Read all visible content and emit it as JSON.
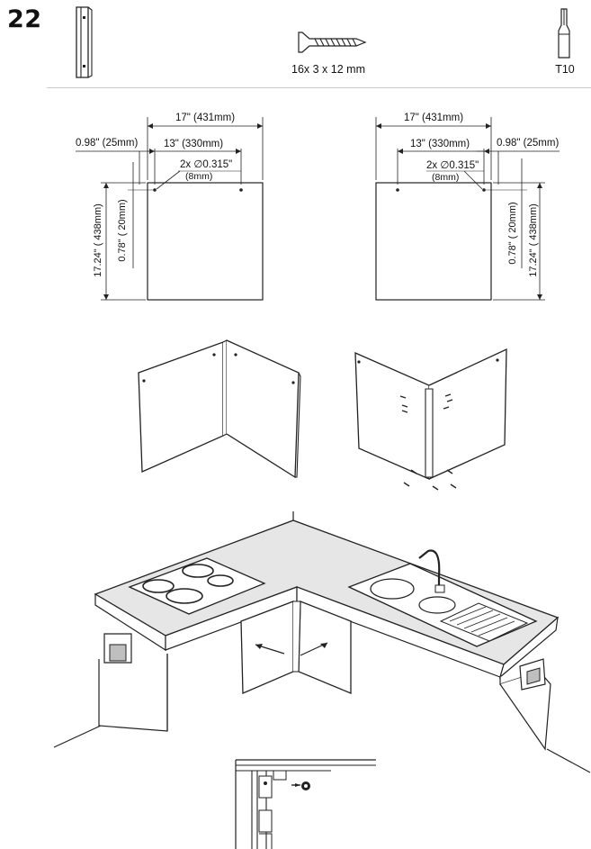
{
  "step_number": "22",
  "parts": {
    "bracket": {
      "icon": "corner-bracket-icon"
    },
    "screw": {
      "icon": "screw-icon",
      "label": "16x 3 x 12 mm"
    },
    "bit": {
      "icon": "torx-bit-icon",
      "label": "T10"
    }
  },
  "left_panel": {
    "width": "17\" (431mm)",
    "offset": "0.98\" (25mm)",
    "spacing": "13\" (330mm)",
    "drill_count": "2x",
    "drill_diameter": "0.315\"",
    "drill_mm": "(8mm)",
    "height": "17.24\" ( 438mm)",
    "top_offset": "0.78\" ( 20mm)"
  },
  "right_panel": {
    "width": "17\" (431mm)",
    "offset": "0.98\" (25mm)",
    "spacing": "13\" (330mm)",
    "drill_count": "2x",
    "drill_diameter": "0.315\"",
    "drill_mm": "(8mm)",
    "height": "17.24\" ( 438mm)",
    "top_offset": "0.78\" ( 20mm)"
  },
  "symbols": {
    "diameter": "∅"
  },
  "colors": {
    "line": "#222222",
    "counter": "#d9d9d9",
    "shade": "#bfbfbf"
  }
}
